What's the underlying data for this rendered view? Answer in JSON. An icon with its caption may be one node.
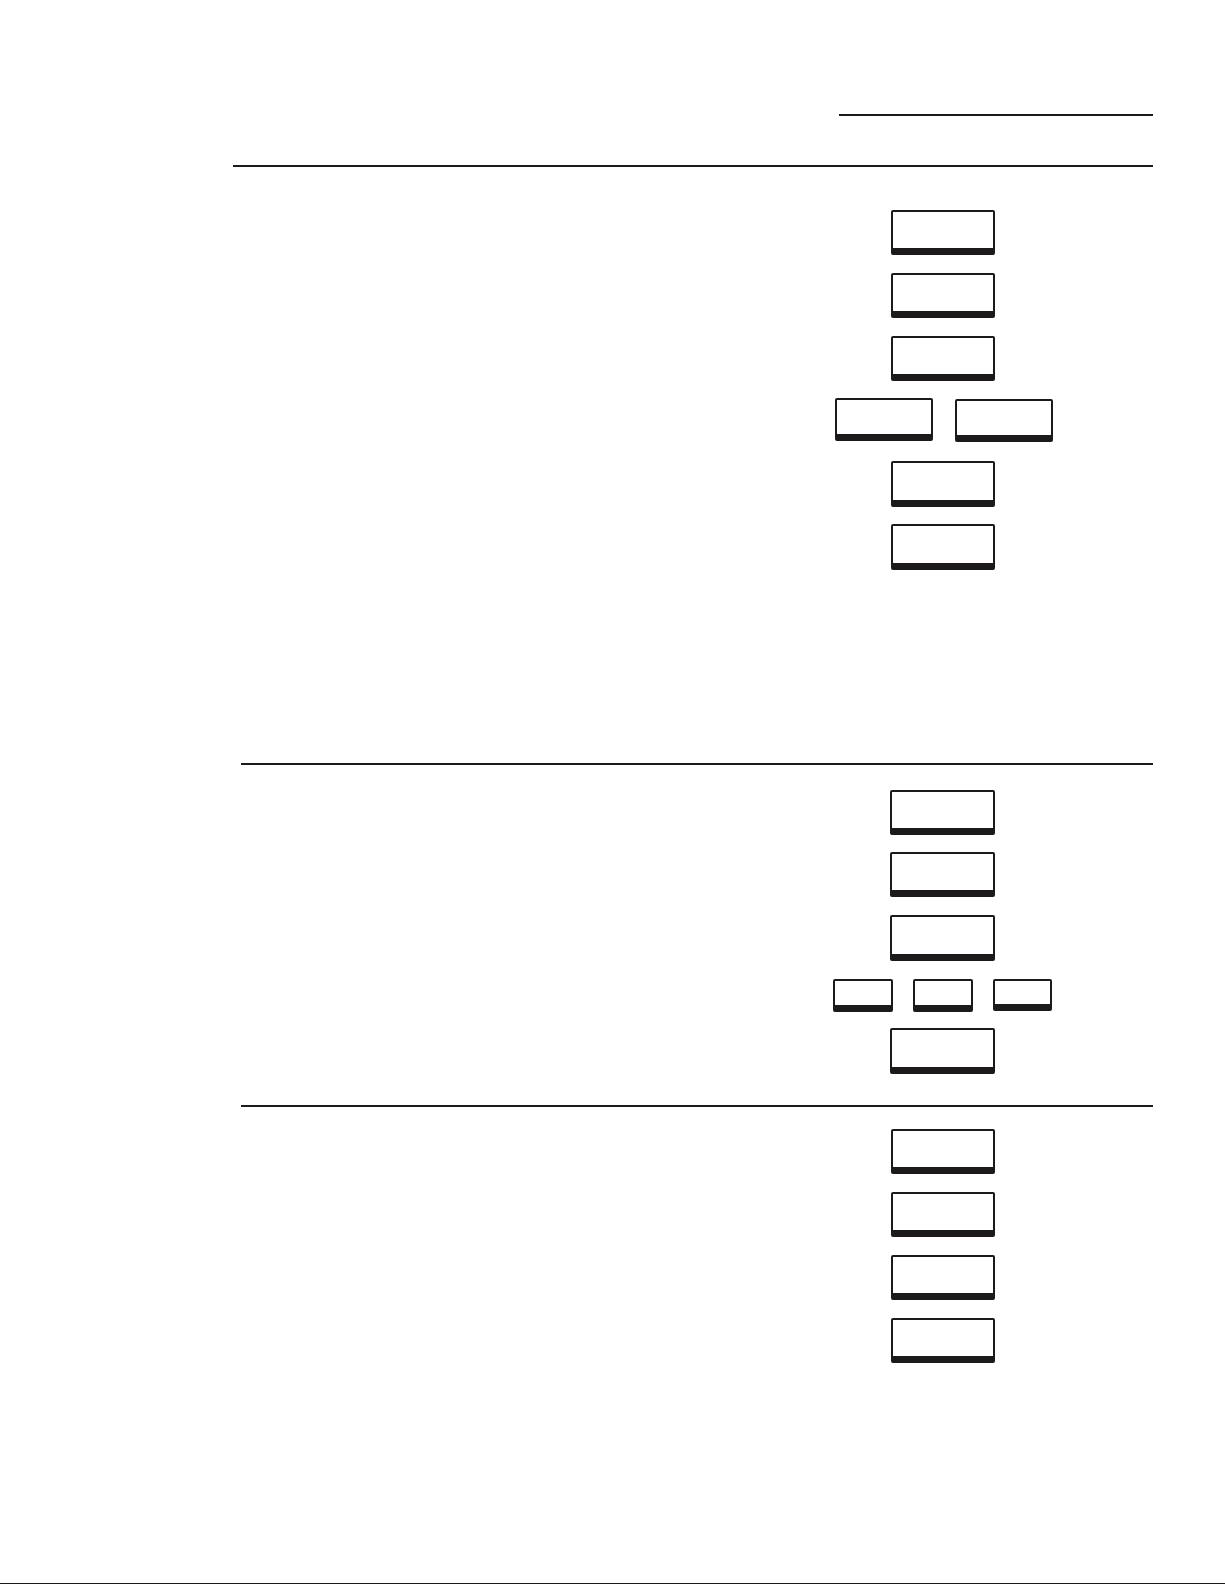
{
  "diagram": {
    "nodes": [
      {
        "text": [],
        "shape": "box"
      },
      {
        "text": [],
        "shape": "box"
      },
      {
        "text": [],
        "shape": "box"
      },
      {
        "text": [],
        "shape": "box"
      },
      {
        "text": [],
        "shape": "box"
      },
      {
        "text": [],
        "shape": "box"
      },
      {
        "text": [],
        "shape": "box"
      },
      {
        "text": [],
        "shape": "box"
      },
      {
        "text": [],
        "shape": "box"
      },
      {
        "text": [],
        "shape": "box"
      },
      {
        "text": [],
        "shape": "box"
      },
      {
        "text": [],
        "shape": "box"
      },
      {
        "text": [],
        "shape": "box"
      },
      {
        "text": [],
        "shape": "box"
      },
      {
        "text": [],
        "shape": "box"
      },
      {
        "text": [],
        "shape": "box"
      },
      {
        "text": [],
        "shape": "box"
      },
      {
        "text": [],
        "shape": "box"
      }
    ]
  }
}
